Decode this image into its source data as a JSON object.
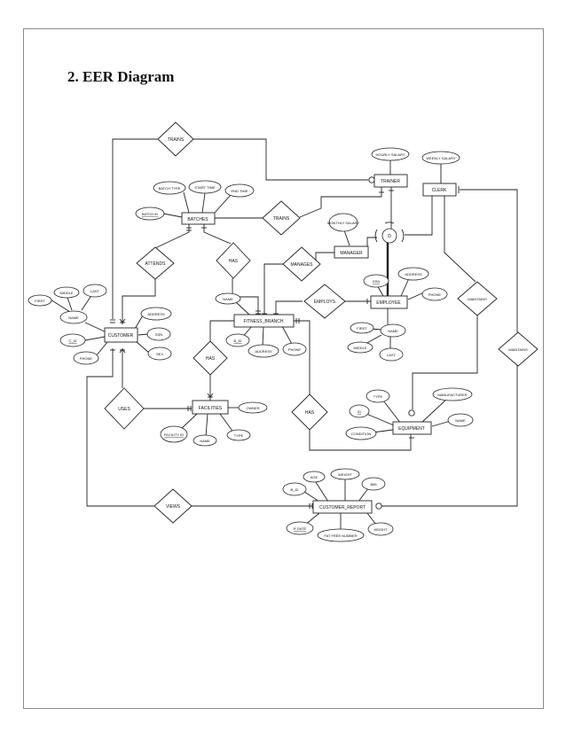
{
  "heading": "2. EER Diagram",
  "entities": {
    "trainer": "TRAINER",
    "clerk": "CLERK",
    "batches": "BATCHES",
    "manager": "MANAGER",
    "employee": "EMPLOYEE",
    "fitness_branch": "FITNESS_BRANCH",
    "customer": "CUSTOMER",
    "facilities": "FACILITIES",
    "equipment": "EQUIPMENT",
    "customer_report": "CUSTOMER_REPORT"
  },
  "relationships": {
    "trains_top": "TRAINS",
    "trains_mid": "TRAINS",
    "attends": "ATTENDS",
    "has_batches": "HAS",
    "manages": "MANAGES",
    "employs": "EMPLOYS",
    "maintains_1": "MAINTAINS",
    "maintains_2": "MAINTAINS",
    "has_facilities": "HAS",
    "uses": "USES",
    "has_equipment": "HAS",
    "views": "VIEWS"
  },
  "specialization": "D",
  "attributes": {
    "hourly_salary": "HOURLY SALARY",
    "weekly_salary": "WEEKLY SALARY",
    "batch_type": "BATCH TYPE",
    "start_time": "START TIME",
    "end_time": "END TIME",
    "batch_id": "BATCH ID",
    "monthly_salary": "MONTHLY SALARY",
    "address_emp": "ADDRESS",
    "ssn_emp": "SSN",
    "phone_emp": "PHONE",
    "first_emp": "FIRST",
    "name_emp": "NAME",
    "middle_emp": "MIDDLE",
    "last_emp": "LAST",
    "name_branch": "NAME",
    "b_id": "B_ID",
    "address_branch": "ADDRESS",
    "phone_branch": "PHONE",
    "first_cust": "FIRST",
    "middle_cust": "MIDDLE",
    "last_cust": "LAST",
    "name_cust": "NAME",
    "address_cust": "ADDRESS",
    "c_id": "C_ID",
    "ssn_cust": "SSN",
    "phone_cust": "PHONE",
    "sex_cust": "SEX",
    "owner": "OWNER",
    "facility_id": "FACILITY ID",
    "name_fac": "NAME",
    "type_fac": "TYPE",
    "type_eq": "TYPE",
    "manufacturer": "MANUFACTURER",
    "id_eq": "ID",
    "name_eq": "NAME",
    "condition": "CONDITION",
    "b_id_report": "B_ID",
    "age": "AGE",
    "weight": "WEIGHT",
    "bmi": "BMI",
    "r_date": "R DATE",
    "fat_free_number": "FAT FREE NUMBER",
    "height": "HEIGHT"
  }
}
